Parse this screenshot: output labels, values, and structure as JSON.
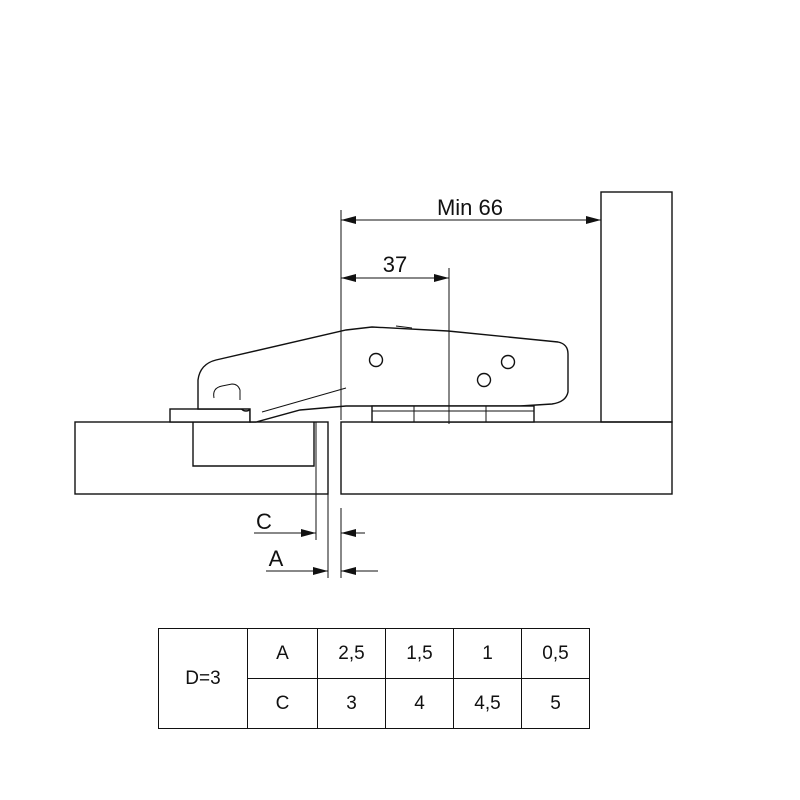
{
  "dimensions": {
    "min_overlay_label": "Min 66",
    "cup_distance_label": "37",
    "c_label": "C",
    "a_label": "A"
  },
  "table": {
    "d_label": "D=3",
    "rows": [
      {
        "param": "A",
        "values": [
          "2,5",
          "1,5",
          "1",
          "0,5"
        ]
      },
      {
        "param": "C",
        "values": [
          "3",
          "4",
          "4,5",
          "5"
        ]
      }
    ]
  }
}
